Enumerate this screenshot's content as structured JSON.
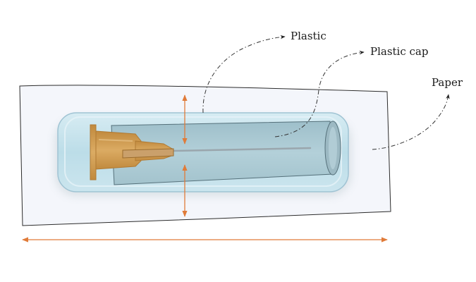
{
  "labels": {
    "plastic": "Plastic",
    "plastic_cap": "Plastic cap",
    "paper": "Paper"
  },
  "colors": {
    "paper_fill": "#f4f6fb",
    "paper_stroke": "#2b2b2b",
    "blister_fill": "#bcdde8",
    "blister_stroke": "#9fc3d3",
    "cap_fill": "#a9c6d0",
    "hub_fill": "#d2a15a",
    "hub_stroke": "#b07a33",
    "needle": "#9aa6ad",
    "dimension_arrow": "#e07b39",
    "annotation_line": "#333333"
  },
  "icons": {
    "needle": "hypodermic-needle-icon"
  }
}
